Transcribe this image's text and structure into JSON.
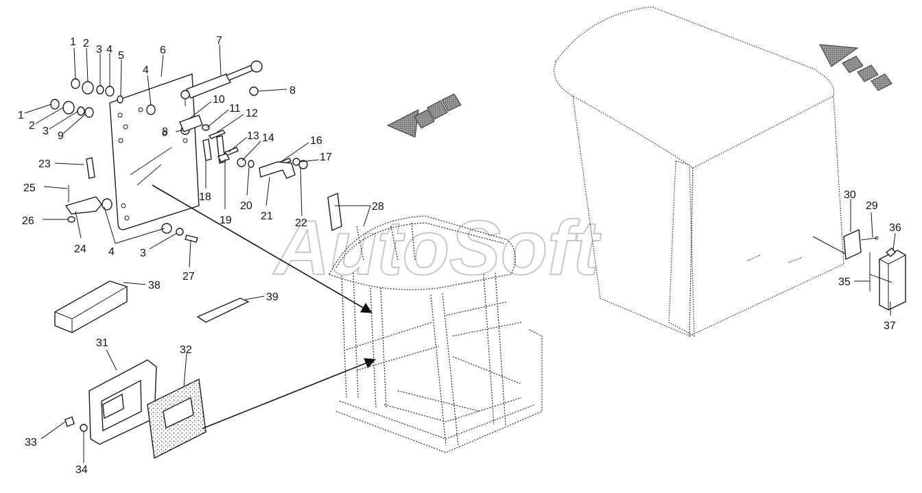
{
  "watermark": "AutoSoft",
  "callouts": [
    "1",
    "2",
    "3",
    "4",
    "5",
    "6",
    "7",
    "8",
    "9",
    "10",
    "11",
    "12",
    "13",
    "14",
    "16",
    "17",
    "18",
    "19",
    "20",
    "21",
    "22",
    "23",
    "24",
    "25",
    "26",
    "27",
    "28",
    "29",
    "30",
    "31",
    "32",
    "33",
    "34",
    "35",
    "36",
    "37",
    "38",
    "39"
  ],
  "colors": {
    "line": "#1a1a1a",
    "watermark": "#9a9a9a",
    "arrow_fill": "#8c8c8c"
  }
}
